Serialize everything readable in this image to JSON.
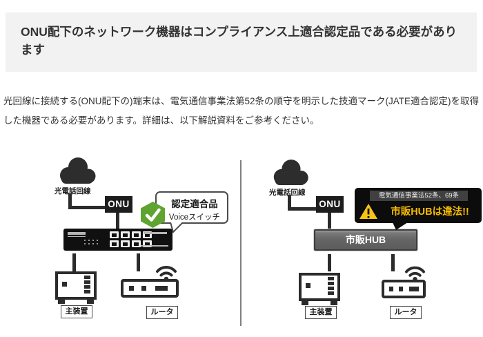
{
  "header": {
    "title": "ONU配下のネットワーク機器はコンプライアンス上適合認定品である必要があります"
  },
  "intro": {
    "text": "光回線に接続する(ONU配下の)端末は、電気通信事業法第52条の順守を明示した技適マーク(JATE適合認定)を取得した機器である必要があります。詳細は、以下解説資料をご参考ください。"
  },
  "left_diagram": {
    "cloud_label": "光電話回線",
    "onu_label": "ONU",
    "certification_bubble": {
      "title": "認定適合品",
      "subtitle": "Voiceスイッチ"
    },
    "switch_ports": 8,
    "main_device_label": "主装置",
    "router_label": "ルータ"
  },
  "right_diagram": {
    "cloud_label": "光電話回線",
    "onu_label": "ONU",
    "warning_bubble": {
      "law_text": "電気通信事業法52条、69条",
      "message": "市販HUBは違法!!"
    },
    "hub_label": "市販HUB",
    "main_device_label": "主装置",
    "router_label": "ルータ"
  },
  "icons": {
    "cloud": "cloud-icon",
    "check": "check-icon",
    "warning": "warning-triangle-icon",
    "wifi": "wifi-icon"
  },
  "colors": {
    "header_bg": "#f2f2f2",
    "text": "#333333",
    "diagram_dark": "#2b2b2b",
    "badge_green": "#5fa331",
    "warning_yellow": "#f7bb00",
    "triangle_yellow": "#f6c417",
    "hub_gray": "#6b6b6b",
    "divider_gray": "#7f7f7f"
  }
}
